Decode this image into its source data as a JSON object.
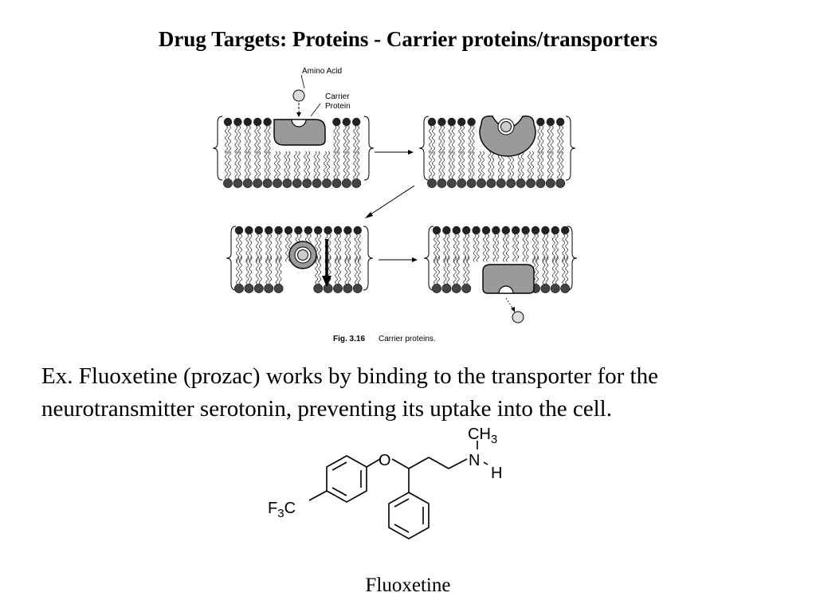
{
  "slide": {
    "title": "Drug Targets: Proteins - Carrier proteins/transporters"
  },
  "figure": {
    "label_amino_acid": "Amino Acid",
    "label_carrier_line1": "Carrier",
    "label_carrier_line2": "Protein",
    "caption_number": "Fig. 3.16",
    "caption_text": "Carrier proteins."
  },
  "body": {
    "text": "Ex. Fluoxetine (prozac) works by binding to the transporter for the neurotransmitter serotonin, preventing its uptake into the cell."
  },
  "molecule": {
    "atom_o": "O",
    "atom_n": "N",
    "atom_h": "H",
    "group_ch": "CH",
    "group_ch_sub": "3",
    "group_f": "F",
    "group_f_sub": "3",
    "group_c": "C",
    "name": "Fluoxetine"
  }
}
